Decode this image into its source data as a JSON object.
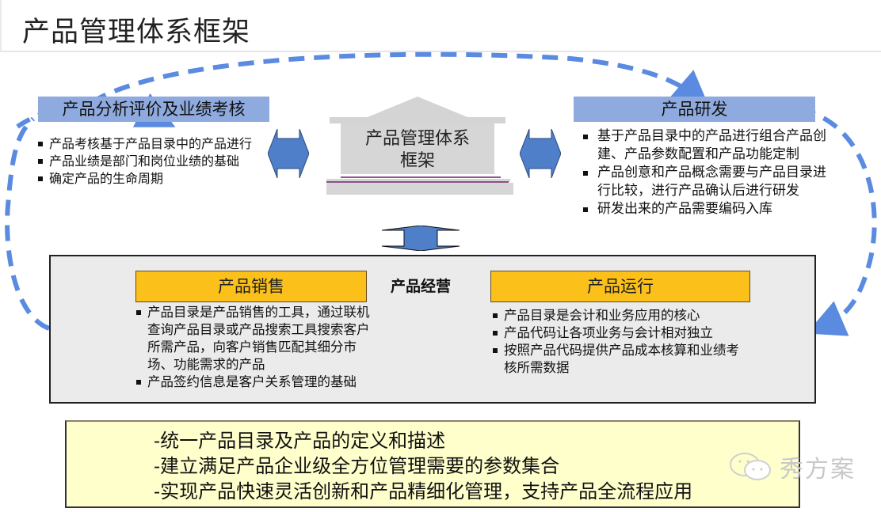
{
  "title": "产品管理体系框架",
  "center": {
    "label": "产品管理体系框架",
    "line1": "产品管理体系",
    "line2": "框架"
  },
  "analysis": {
    "header": "产品分析评价及业绩考核",
    "bullets": [
      "产品考核基于产品目录中的产品进行",
      "产品业绩是部门和岗位业绩的基础",
      "确定产品的生命周期"
    ]
  },
  "rnd": {
    "header": "产品研发",
    "bullets": [
      "基于产品目录中的产品进行组合产品创建、产品参数配置和产品功能定制",
      "产品创意和产品概念需要与产品目录进行比较，进行产品确认后进行研发",
      "研发出来的产品需要编码入库"
    ]
  },
  "operations": {
    "title": "产品经营",
    "sales": {
      "header": "产品销售",
      "bullets": [
        "产品目录是产品销售的工具，通过联机查询产品目录或产品搜索工具搜索客户所需产品，向客户销售匹配其细分市场、功能需求的产品",
        "产品签约信息是客户关系管理的基础"
      ]
    },
    "running": {
      "header": "产品运行",
      "bullets": [
        "产品目录是会计和业务应用的核心",
        "产品代码让各项业务与会计相对独立",
        "按照产品代码提供产品成本核算和业绩考核所需数据"
      ]
    }
  },
  "goals": [
    "-统一产品目录及产品的定义和描述",
    "-建立满足产品企业级全方位管理需要的参数集合",
    "-实现产品快速灵活创新和产品精细化管理，支持产品全流程应用"
  ],
  "watermark": {
    "icon": "wechat-icon",
    "text": "秀方案"
  },
  "colors": {
    "header_blue": "#8eaadf",
    "dashed_flow": "#5b8be0",
    "double_arrow": "#4f7fc8",
    "orange_header": "#fbc01a",
    "ops_bg": "#ebebeb",
    "goal_bg": "#ffffcc"
  }
}
